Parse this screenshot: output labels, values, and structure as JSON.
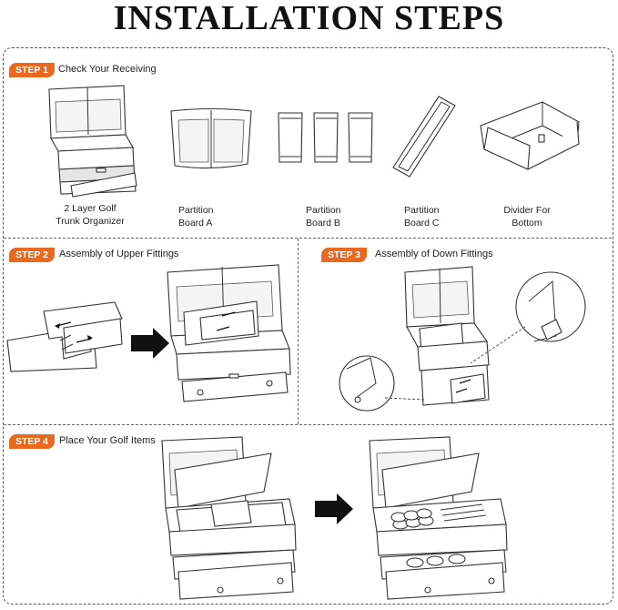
{
  "header": {
    "title": "INSTALLATION STEPS"
  },
  "steps": [
    {
      "badge": "STEP 1",
      "label": "Check Your Receiving"
    },
    {
      "badge": "STEP 2",
      "label": "Assembly of Upper Fittings"
    },
    {
      "badge": "STEP 3",
      "label": "Assembly of Down Fittings"
    },
    {
      "badge": "STEP 4",
      "label": "Place Your Golf Items"
    }
  ],
  "items": [
    {
      "line1": "2 Layer Golf",
      "line2": "Trunk Organizer"
    },
    {
      "line1": "Partition",
      "line2": "Board A"
    },
    {
      "line1": "Partition",
      "line2": "Board B"
    },
    {
      "line1": "Partition",
      "line2": "Board C"
    },
    {
      "line1": "Divider For",
      "line2": "Bottom"
    }
  ],
  "colors": {
    "accent": "#e8691f",
    "line": "#333333"
  }
}
